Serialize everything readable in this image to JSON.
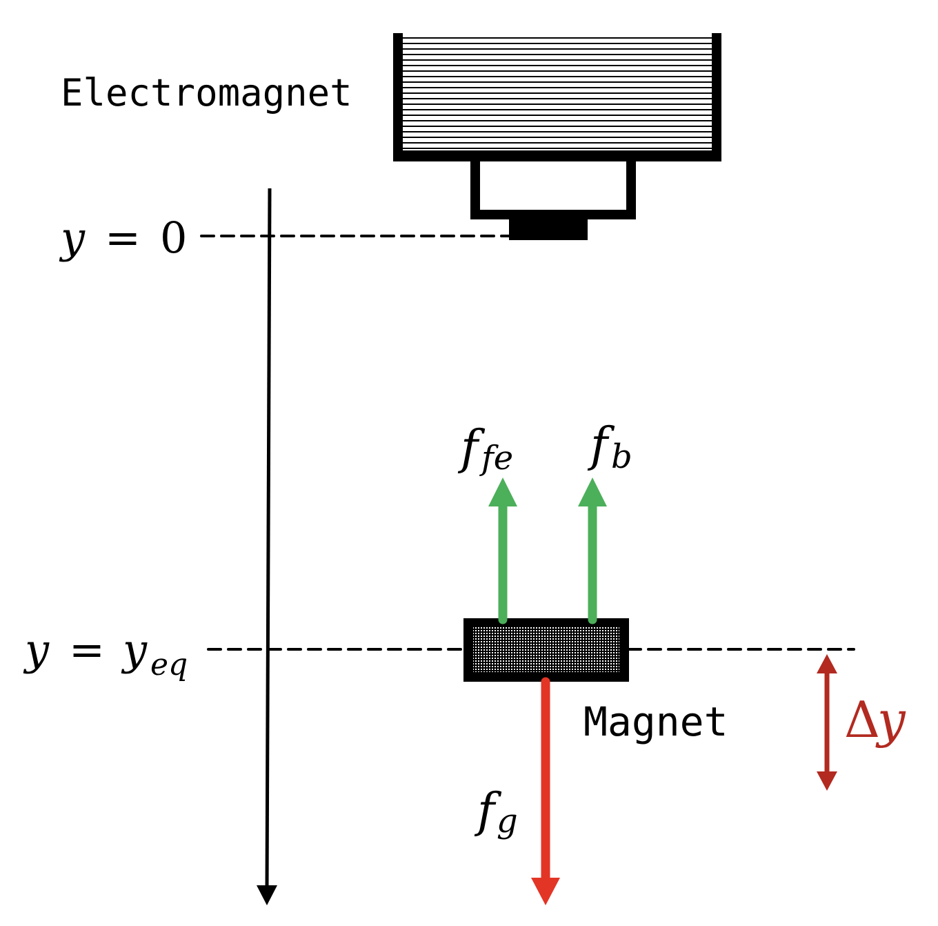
{
  "labels": {
    "electromagnet": "Electromagnet",
    "magnet": "Magnet",
    "y_zero_var": "y",
    "y_zero_eq": "=",
    "y_zero_val": "0",
    "y_eq_var": "y",
    "y_eq_eq": "=",
    "y_eq_rhs": "y",
    "y_eq_sub": "eq",
    "force_fe": "f",
    "force_fe_sub": "fe",
    "force_b": "f",
    "force_b_sub": "b",
    "force_g": "f",
    "force_g_sub": "g",
    "delta_sym": "Δ",
    "delta_var": "y"
  },
  "colors": {
    "upward_force": "#4caf5a",
    "gravity_force": "#e33526",
    "delta": "#b22a20",
    "ink": "#000000"
  }
}
